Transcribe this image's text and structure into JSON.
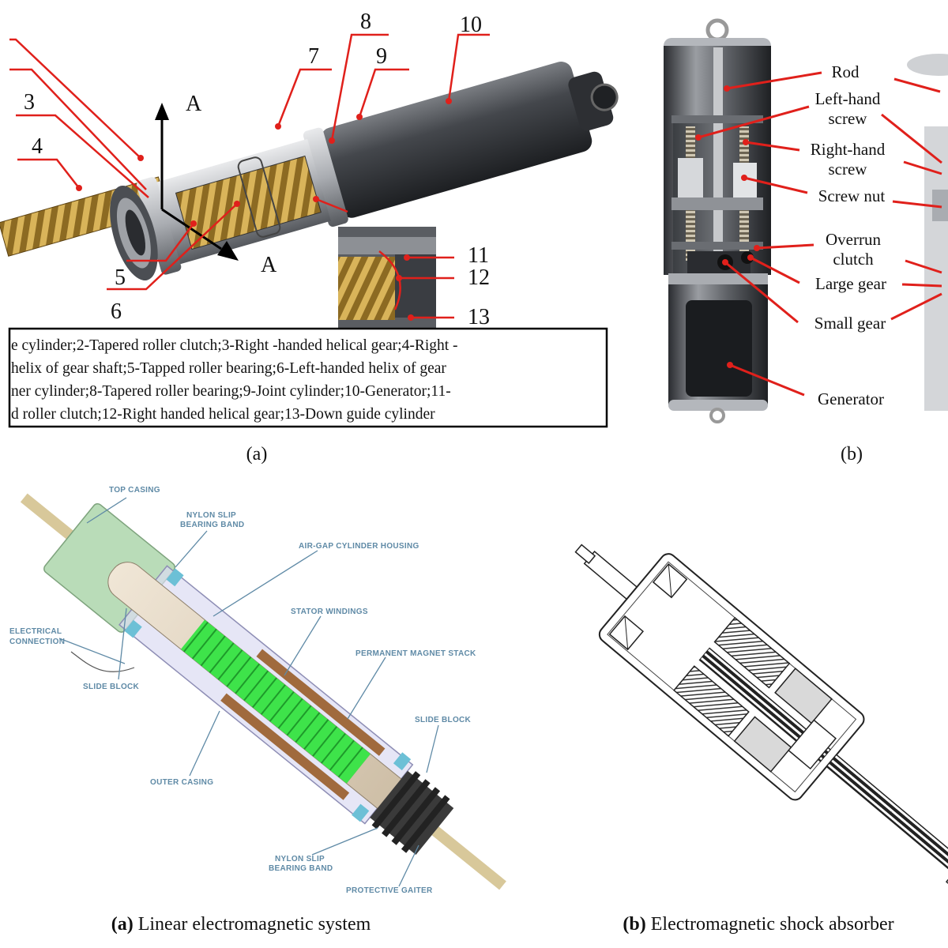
{
  "panel_a": {
    "part_numbers": [
      "3",
      "4",
      "5",
      "6",
      "7",
      "8",
      "9",
      "10",
      "11",
      "12",
      "13"
    ],
    "axis_label": "A",
    "legend_lines": [
      "e cylinder;2-Tapered roller clutch;3-Right -handed helical gear;4-Right -",
      "helix of gear shaft;5-Tapped roller bearing;6-Left-handed helix of gear",
      "ner cylinder;8-Tapered roller bearing;9-Joint cylinder;10-Generator;11-",
      "d roller clutch;12-Right handed helical gear;13-Down guide cylinder"
    ],
    "caption": "(a)"
  },
  "panel_b": {
    "labels": {
      "rod": "Rod",
      "left_hand_1": "Left-hand",
      "left_hand_2": "screw",
      "right_hand_1": "Right-hand",
      "right_hand_2": "screw",
      "screw_nut": "Screw nut",
      "overrun_1": "Overrun",
      "overrun_2": "clutch",
      "large_gear": "Large gear",
      "small_gear": "Small gear",
      "generator": "Generator"
    },
    "caption": "(b)"
  },
  "panel_c": {
    "labels": {
      "top_casing": "TOP CASING",
      "nylon_top_1": "NYLON SLIP",
      "nylon_top_2": "BEARING BAND",
      "airgap": "AIR-GAP CYLINDER HOUSING",
      "electrical_1": "ELECTRICAL",
      "electrical_2": "CONNECTION",
      "stator": "STATOR WINDINGS",
      "slide_left": "SLIDE BLOCK",
      "magnet": "PERMANENT MAGNET STACK",
      "slide_right": "SLIDE BLOCK",
      "outer": "OUTER CASING",
      "nylon_bottom_1": "NYLON SLIP",
      "nylon_bottom_2": "BEARING BAND",
      "gaiter": "PROTECTIVE GAITER"
    },
    "caption_bold": "(a)",
    "caption_text": " Linear electromagnetic system"
  },
  "panel_d": {
    "caption_bold": "(b)",
    "caption_text": " Electromagnetic shock absorber"
  },
  "colors": {
    "leader_red": "#e0201b",
    "label_blue": "#5f8aa6",
    "magnet_green": "#3ee34a",
    "casing_green": "#b9dcb8",
    "housing_dark": "#3a3d42",
    "gear_gold": "#b48a2e"
  }
}
